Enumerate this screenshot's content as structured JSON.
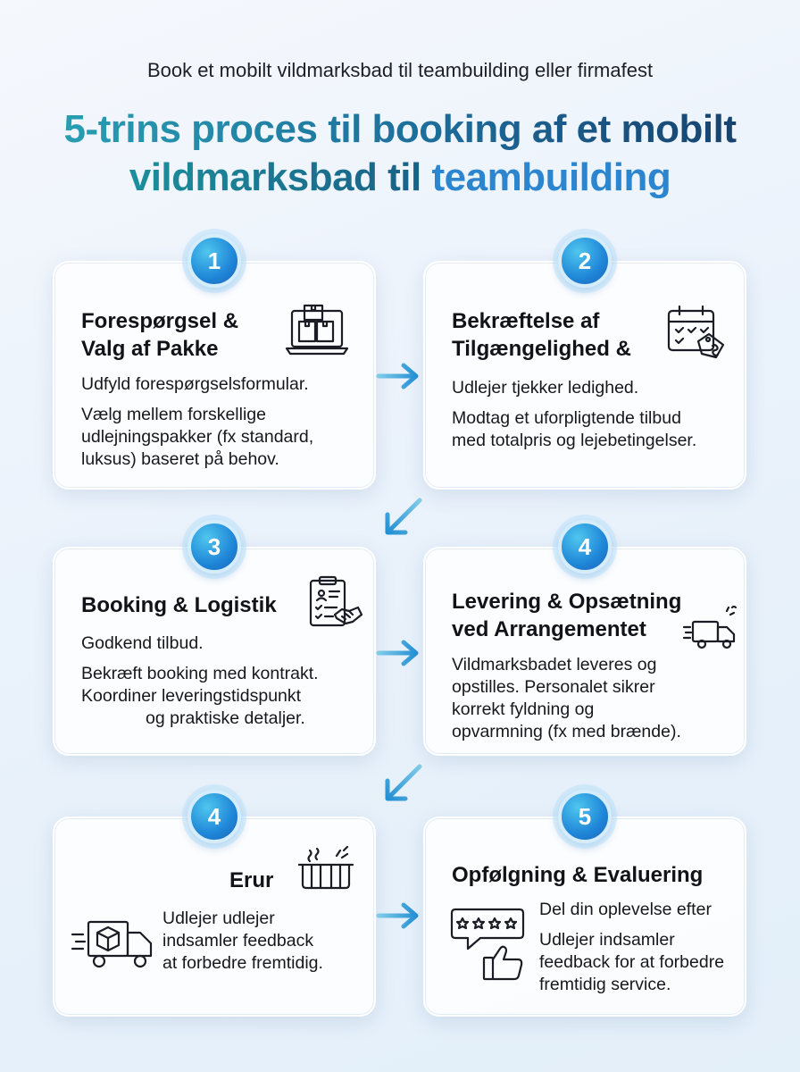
{
  "header": {
    "subtitle": "Book et mobilt vildmarksbad til teambuilding eller firmafest",
    "title_line1": "5-trins proces til booking af et mobilt",
    "title_line2a": "vildmarksbad til ",
    "title_line2b": "teambuilding"
  },
  "steps": [
    {
      "number": "1",
      "title_line1": "Forespørgsel &",
      "title_line2": "Valg af Pakke",
      "icon": "laptop-boxes-icon",
      "texts": [
        "Udfyld forespørgselsformular.",
        "Vælg mellem forskellige",
        "udlejningspakker (fx standard,",
        "luksus) baseret på behov."
      ]
    },
    {
      "number": "2",
      "title_line1": "Bekræftelse af",
      "title_line2": "Tilgængelighed &",
      "icon": "calendar-price-tag-icon",
      "texts": [
        "Udlejer tjekker ledighed.",
        "Modtag et uforpligtende tilbud",
        "med totalpris og lejebetingelser."
      ]
    },
    {
      "number": "3",
      "title_line1": "Booking & Logistik",
      "icon": "clipboard-handshake-icon",
      "texts": [
        "Godkend tilbud.",
        "Bekræft booking med kontrakt.",
        "Koordiner leveringstidspunkt",
        "og praktiske detaljer."
      ]
    },
    {
      "number": "4",
      "title_line1": "Levering & Opsætning",
      "title_line2": "ved Arrangementet",
      "icon": "delivery-truck-icon",
      "texts": [
        "Vildmarksbadet leveres og",
        "opstilles. Personalet sikrer",
        "korrekt fyldning og",
        "opvarmning (fx med brænde)."
      ]
    },
    {
      "number": "4",
      "title_line1": "Erur",
      "icon": "hot-tub-icon",
      "icon2": "truck-package-icon",
      "texts": [
        "Udlejer udlejer",
        "indsamler feedback",
        "at forbedre fremtidig."
      ]
    },
    {
      "number": "5",
      "title_line1": "Opfølgning & Evaluering",
      "icon": "review-thumbs-up-icon",
      "texts": [
        "Del din oplevelse efter",
        "Udlejer indsamler",
        "feedback for at forbedre",
        "fremtidig service."
      ]
    }
  ],
  "colors": {
    "badge": "#1f86d8",
    "arrow": "#2f9fd6",
    "title_gradient_start": "#2aa6b5",
    "title_gradient_end": "#163a66",
    "title_accent": "#2c86cf"
  }
}
